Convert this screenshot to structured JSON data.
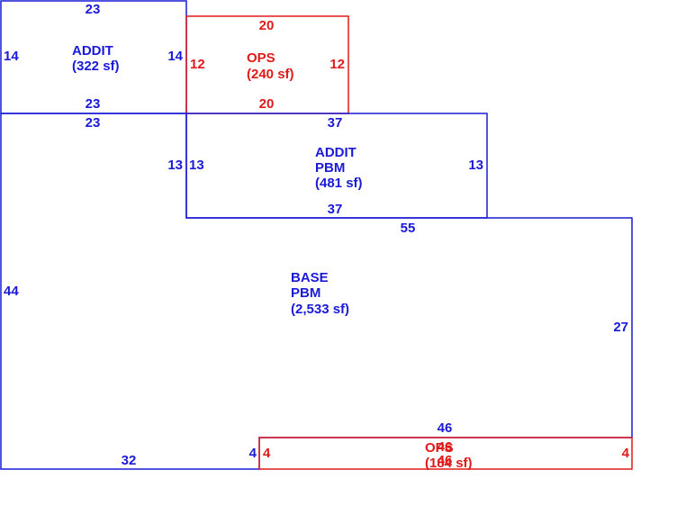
{
  "colors": {
    "base_area": "#1a1ad8",
    "ops_area": "#e01a1a",
    "background": "#ffffff"
  },
  "areas": {
    "addit_top_left": {
      "name_lines": [
        "ADDIT"
      ],
      "area": "(322 sf)",
      "dims": {
        "top": "23",
        "bottom": "23",
        "left": "14",
        "right": "14"
      }
    },
    "ops_top": {
      "name_lines": [
        "OPS"
      ],
      "area": "(240 sf)",
      "dims": {
        "top": "20",
        "bottom": "20",
        "left": "12",
        "right": "12"
      }
    },
    "addit_pbm": {
      "name_lines": [
        "ADDIT",
        "PBM"
      ],
      "area": "(481 sf)",
      "dims": {
        "top": "37",
        "bottom": "37",
        "left": "13",
        "right": "13"
      }
    },
    "base_pbm": {
      "name_lines": [
        "BASE",
        "PBM"
      ],
      "area": "(2,533 sf)",
      "dims": {
        "top_left": "23",
        "left_inner": "13",
        "top_right": "55",
        "left": "44",
        "right": "27",
        "bottom": "32",
        "notch_vertical": "4",
        "notch_top": "46"
      }
    },
    "ops_bottom": {
      "name_lines": [
        "OPS"
      ],
      "area": "(184 sf)",
      "dims": {
        "top": "46",
        "bottom": "46",
        "left": "4",
        "right": "4"
      }
    }
  }
}
